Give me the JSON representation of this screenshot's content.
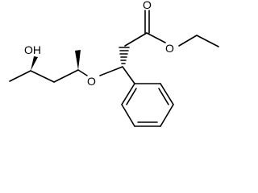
{
  "structure": {
    "atoms": {
      "carbonyl_oxygen": "O",
      "ester_oxygen": "O",
      "ether_oxygen": "O",
      "hydroxyl": "OH"
    },
    "stereo_bonds": [
      "bold-wedge",
      "bold-wedge",
      "hashed-wedge"
    ],
    "aromatic_ring": "phenyl"
  }
}
